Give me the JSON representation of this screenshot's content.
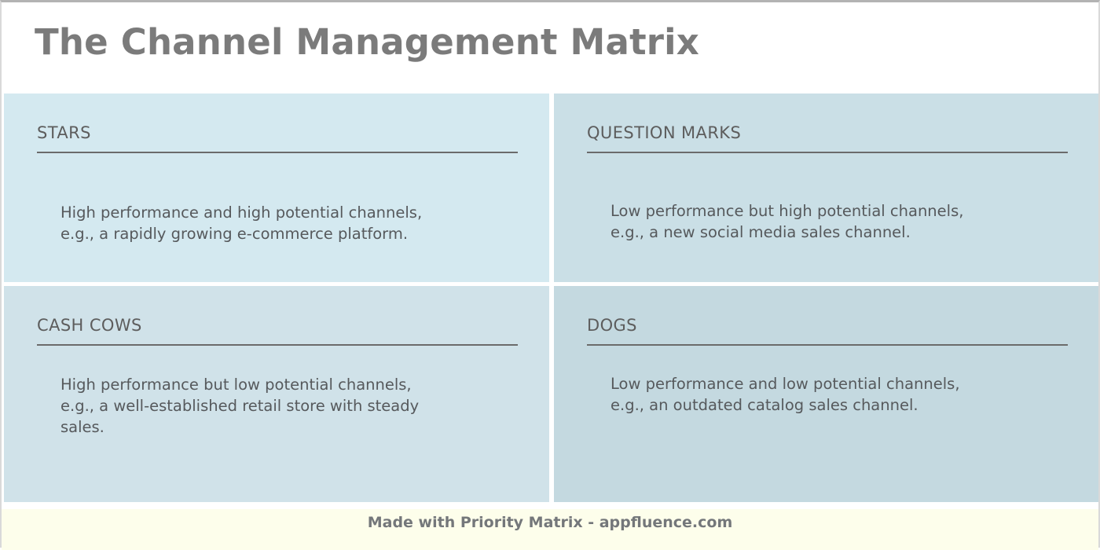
{
  "header": {
    "title": "The Channel Management Matrix"
  },
  "matrix": {
    "quadrants": [
      {
        "key": "stars",
        "label": "STARS",
        "body": "High performance and high potential channels,\ne.g., a rapidly growing e-commerce platform.",
        "color": "#d4e9f0",
        "position": "top-left"
      },
      {
        "key": "question-marks",
        "label": "QUESTION MARKS",
        "body": "Low performance but high potential channels,\ne.g., a new social media sales channel.",
        "color": "#cadfe6",
        "position": "top-right"
      },
      {
        "key": "cash-cows",
        "label": "CASH COWS",
        "body": "High performance but low potential channels,\ne.g., a well-established retail store with steady\nsales.",
        "color": "#d0e2e9",
        "position": "bottom-left"
      },
      {
        "key": "dogs",
        "label": "DOGS",
        "body": "Low performance and low potential channels,\ne.g., an outdated catalog sales channel.",
        "color": "#c4d9e0",
        "position": "bottom-right"
      }
    ]
  },
  "footer": {
    "text": "Made with Priority Matrix - appfluence.com",
    "background": "#fdfeeb"
  },
  "theme": {
    "title_color": "#7b7b7b",
    "header_color": "#5d5d5d",
    "body_color": "#56595c",
    "rule_color": "#6b6b6b",
    "page_background": "#ffffff"
  }
}
